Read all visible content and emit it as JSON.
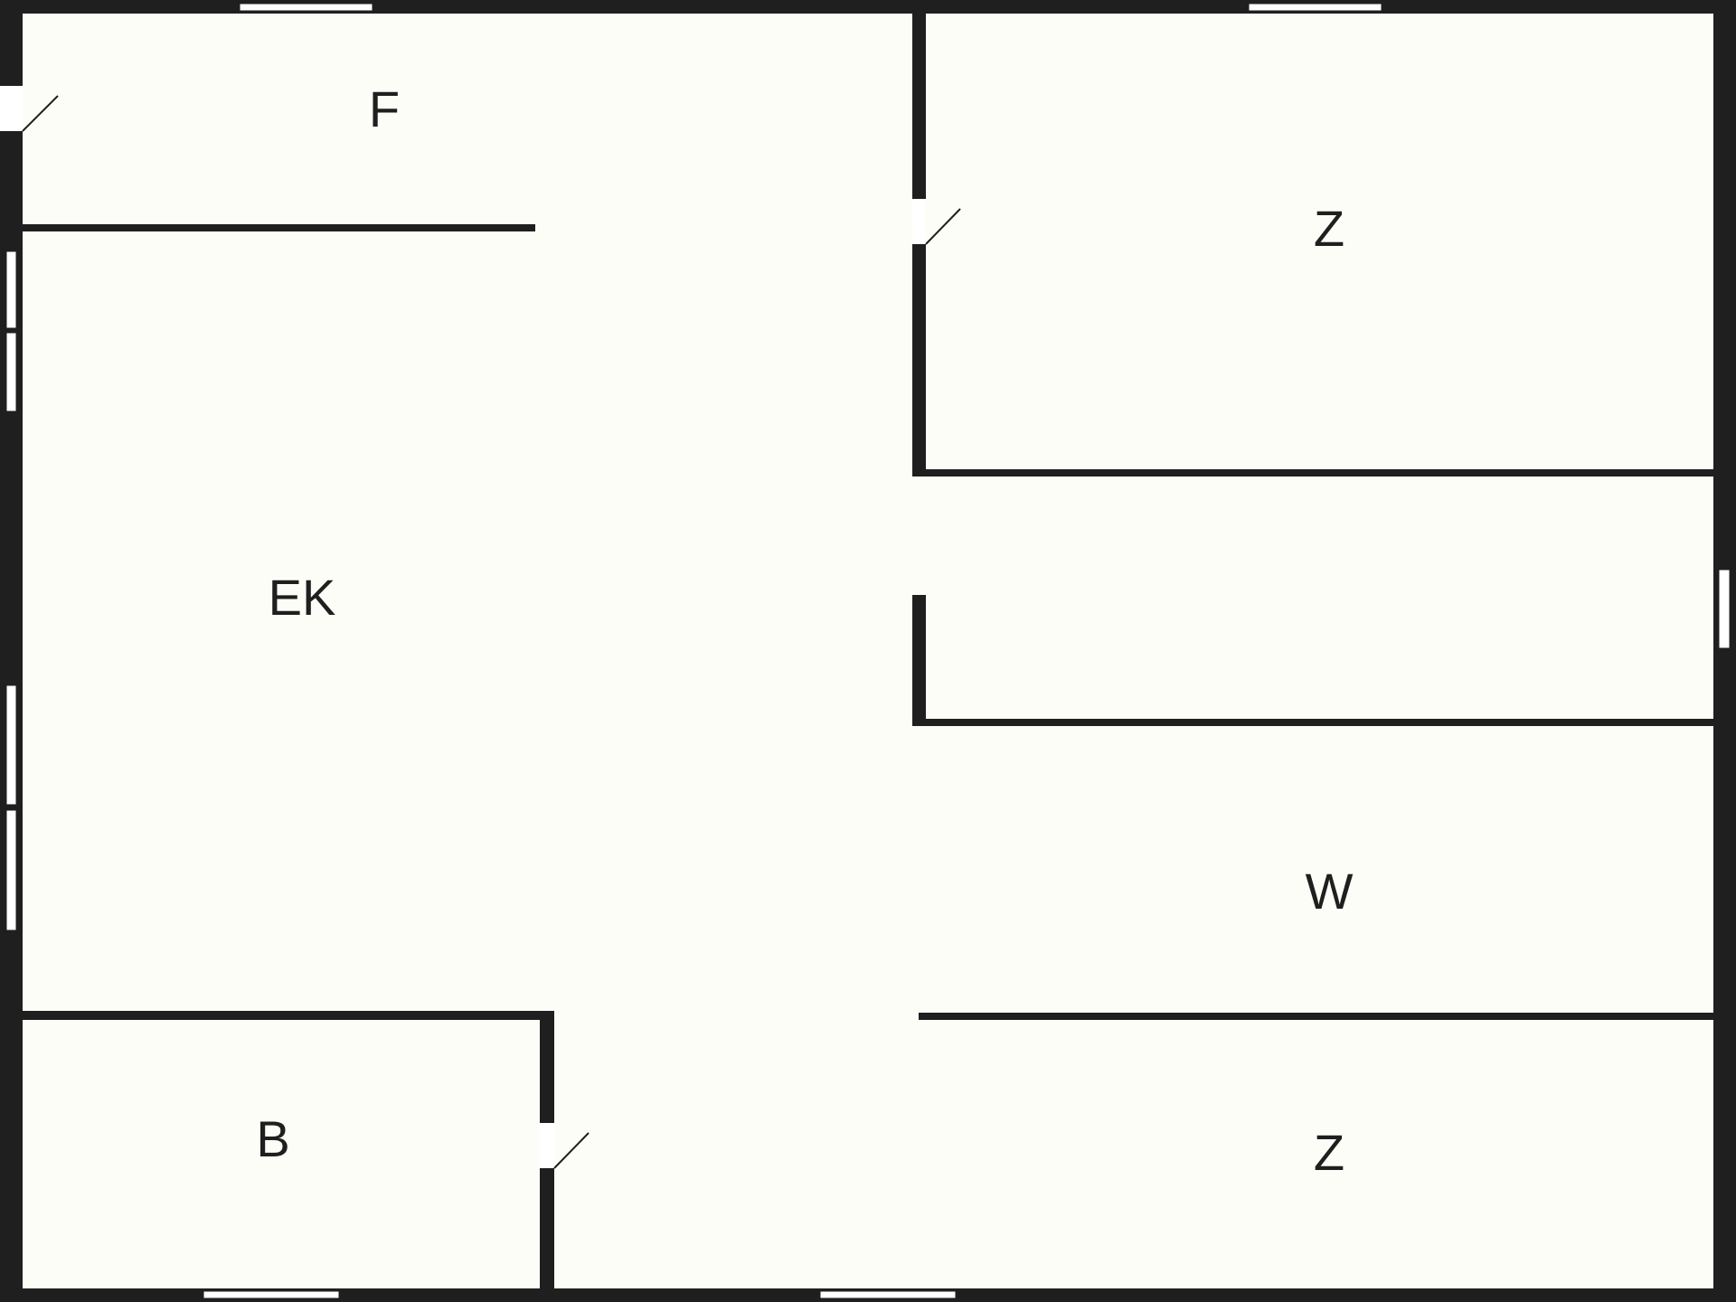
{
  "colors": {
    "background": "#fdfdf8",
    "wall": "#1f1f1f",
    "window": "#ffffff"
  },
  "rooms": [
    {
      "id": "room-f",
      "label": "F"
    },
    {
      "id": "room-z-upper",
      "label": "Z"
    },
    {
      "id": "room-ek",
      "label": "EK"
    },
    {
      "id": "room-w",
      "label": "W"
    },
    {
      "id": "room-b",
      "label": "B"
    },
    {
      "id": "room-z-lower",
      "label": "Z"
    }
  ]
}
